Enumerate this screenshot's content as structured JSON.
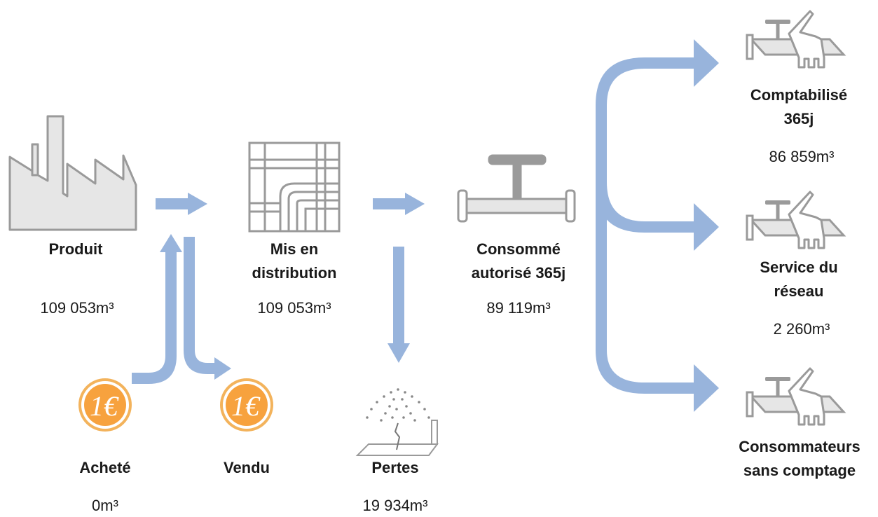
{
  "nodes": {
    "produit": {
      "label": "Produit",
      "value": "109 053m³"
    },
    "distribution": {
      "label_line1": "Mis en",
      "label_line2": "distribution",
      "value": "109 053m³"
    },
    "consomme": {
      "label_line1": "Consommé",
      "label_line2": "autorisé 365j",
      "value": "89 119m³"
    },
    "achete": {
      "label": "Acheté",
      "value": "0m³"
    },
    "vendu": {
      "label": "Vendu",
      "value": ""
    },
    "pertes": {
      "label": "Pertes",
      "value": "19 934m³"
    },
    "comptabilise": {
      "label_line1": "Comptabilisé",
      "label_line2": "365j",
      "value": "86 859m³"
    },
    "service": {
      "label_line1": "Service du",
      "label_line2": "réseau",
      "value": "2 260m³"
    },
    "sans_comptage": {
      "label_line1": "Consommateurs",
      "label_line2": "sans comptage",
      "value": ""
    }
  },
  "colors": {
    "arrow": "#98b4dc",
    "icon": "#9a9a9a",
    "icon_fill": "#e6e6e6",
    "coin_outer": "#f3b35c",
    "coin_inner": "#f7a23e"
  },
  "icons": {
    "produit": "factory-icon",
    "distribution": "pipe-network-icon",
    "consomme": "valve-pipe-icon",
    "achete": "euro-coin-icon",
    "vendu": "euro-coin-icon",
    "pertes": "leaking-pipe-icon",
    "meter": "hand-valve-icon"
  }
}
